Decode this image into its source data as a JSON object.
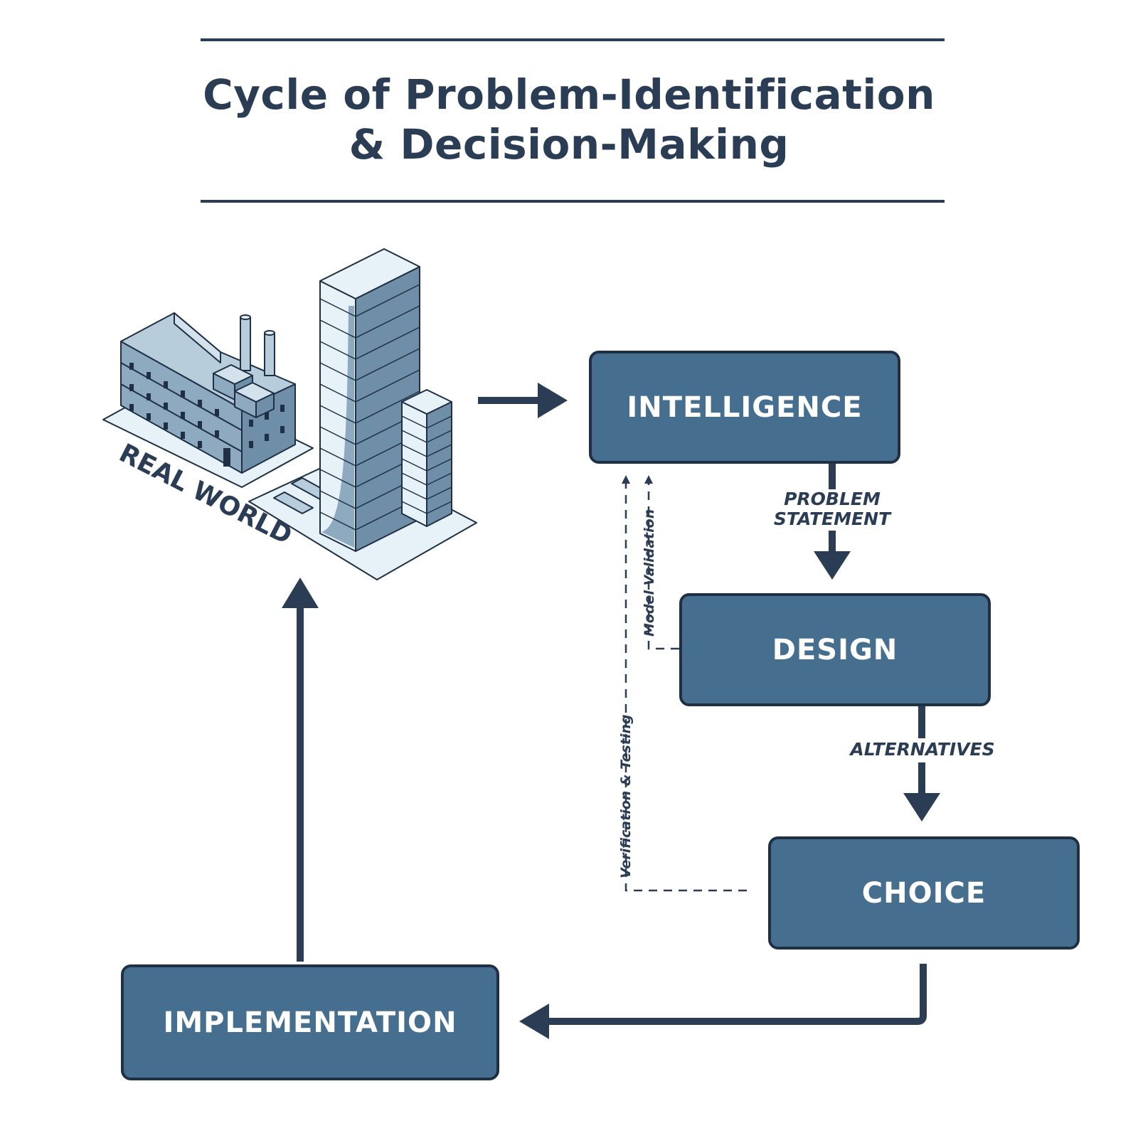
{
  "title": {
    "line1": "Cycle of Problem-Identification",
    "line2": "& Decision-Making"
  },
  "illustration": {
    "label": "REAL WORLD"
  },
  "stages": {
    "intelligence": "INTELLIGENCE",
    "design": "DESIGN",
    "choice": "CHOICE",
    "implementation": "IMPLEMENTATION"
  },
  "flows": {
    "problem_statement_line1": "PROBLEM",
    "problem_statement_line2": "STATEMENT",
    "alternatives": "ALTERNATIVES"
  },
  "feedback": {
    "model_validation": "Model Validation",
    "verification_testing": "Verification & Testing"
  },
  "colors": {
    "box_fill": "#466f8f",
    "box_border": "#1f3045",
    "ink": "#2a3d55",
    "building_light": "#e6f2f8",
    "building_mid": "#b7cddc",
    "building_dark": "#6f8fa8"
  }
}
